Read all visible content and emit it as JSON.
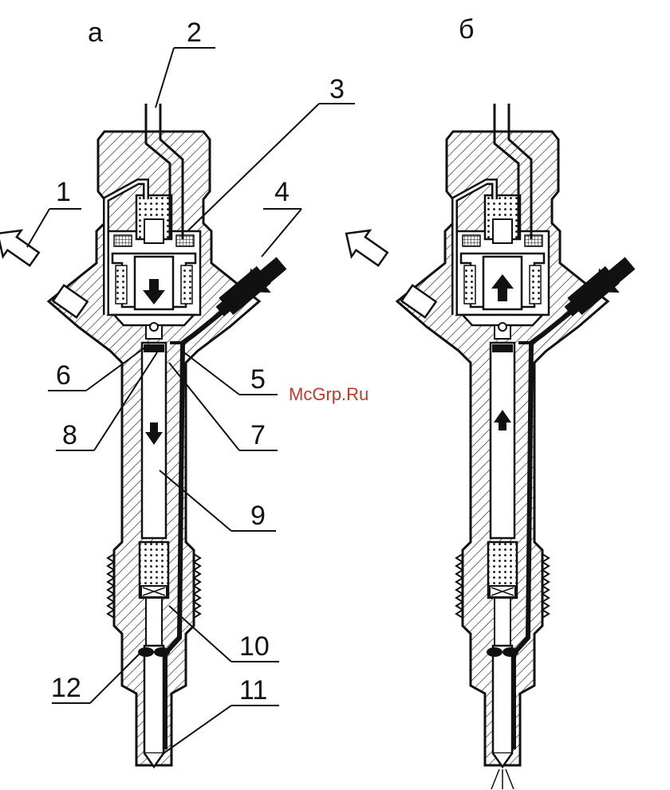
{
  "views": {
    "left": "а",
    "right": "б"
  },
  "callouts": [
    "1",
    "2",
    "3",
    "4",
    "5",
    "6",
    "7",
    "8",
    "9",
    "10",
    "11",
    "12"
  ],
  "watermark": "McGrp.Ru",
  "colors": {
    "ink": "#111111",
    "watermark": "#c0392b",
    "background": "#ffffff"
  },
  "flow": {
    "left_armature": "down",
    "right_armature": "up"
  }
}
